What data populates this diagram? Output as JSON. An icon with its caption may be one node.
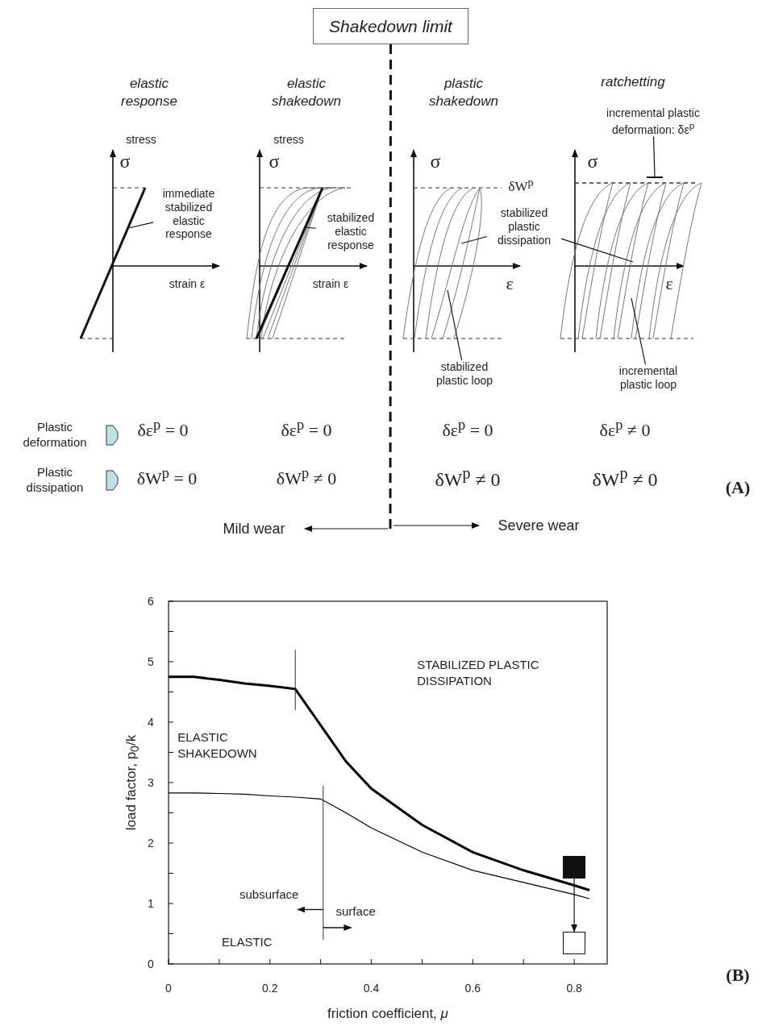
{
  "diagram": {
    "nodes": [
      {
        "text": [
          "Shakedown limit"
        ]
      },
      {
        "text": [
          "immediate stabilized elastic response"
        ]
      },
      {
        "text": [
          "stabilized elastic response"
        ]
      },
      {
        "text": [
          "stabilized plastic dissipation"
        ]
      },
      {
        "text": [
          "stabilized plastic loop"
        ]
      },
      {
        "text": [
          "incremental plastic deformation: δε$^{p}$"
        ]
      },
      {
        "text": [
          "incremental plastic loop"
        ]
      },
      {
        "text": [],
        "shape": "box"
      },
      {
        "text": [],
        "shape": "box"
      },
      {
        "text": [],
        "shape": "picture"
      },
      {
        "text": [],
        "shape": "picture"
      },
      {
        "text": [],
        "shape": "picture"
      },
      {
        "text": [],
        "shape": "picture"
      },
      {
        "text": [],
        "shape": "bar"
      }
    ],
    "edges": [
      {
        "from": 1,
        "to": 9,
        "arrow": "none"
      },
      {
        "from": 2,
        "to": 10,
        "arrow": "none"
      },
      {
        "from": 3,
        "to": 11,
        "arrow": "none"
      },
      {
        "from": 3,
        "to": 12,
        "arrow": "none"
      },
      {
        "from": 4,
        "to": 11,
        "arrow": "none"
      },
      {
        "from": 5,
        "to": 13,
        "arrow": "none"
      },
      {
        "from": 6,
        "to": 12,
        "arrow": "none"
      },
      {
        "from": 7,
        "to": 8,
        "arrow": "to"
      },
      {
        "from": 0,
        "to": null,
        "arrow": "none",
        "style": "dashed"
      }
    ],
    "labels": [
      "elastic response",
      "elastic shakedown",
      "plastic shakedown",
      "ratchetting",
      "stress",
      "σ",
      "stress",
      "σ",
      "σ",
      "δW$^{p}$",
      "σ",
      "strain ε",
      "strain ε",
      "ε",
      "ε",
      "Plastic deformation",
      "δε$^{p}$ = 0",
      "δε$^{p}$ = 0",
      "δε$^{p}$ = 0",
      "δε$^{p}$ ≠ 0",
      "Plastic dissipation",
      "δW$^{p}$ = 0",
      "δW$^{p}$ ≠ 0",
      "δW$^{p}$ ≠ 0",
      "δW$^{p}$ ≠ 0",
      "(A)",
      "Mild wear",
      "Severe wear",
      "(B)"
    ],
    "chart_data": {
      "type": "line",
      "xlabel": "friction coefficient, *μ*",
      "ylabel": "load factor, p$_{0}$/k",
      "x": [
        0,
        0.05,
        0.1,
        0.15,
        0.2,
        0.25,
        0.3,
        0.35,
        0.4,
        0.5,
        0.6,
        0.7,
        0.8,
        0.83
      ],
      "series": [
        {
          "color": "#000000",
          "values": [
            4.75,
            4.75,
            4.7,
            4.64,
            4.6,
            4.55,
            3.95,
            3.35,
            2.9,
            2.3,
            1.85,
            1.55,
            1.3,
            1.22
          ]
        },
        {
          "color": "#000000",
          "values": [
            2.83,
            2.83,
            2.82,
            2.81,
            2.78,
            2.76,
            2.73,
            2.5,
            2.25,
            1.85,
            1.55,
            1.35,
            1.15,
            1.08
          ]
        }
      ],
      "xlim": [
        0,
        0.865
      ],
      "ylim": [
        0,
        6
      ],
      "xticks": [
        0,
        0.2,
        0.4,
        0.6,
        0.8
      ],
      "yticks": [
        0,
        1,
        2,
        3,
        4,
        5,
        6
      ],
      "annotations": [
        "STABILIZED PLASTIC DISSIPATION",
        "ELASTIC SHAKEDOWN",
        "subsurface",
        "surface",
        "ELASTIC"
      ]
    }
  }
}
